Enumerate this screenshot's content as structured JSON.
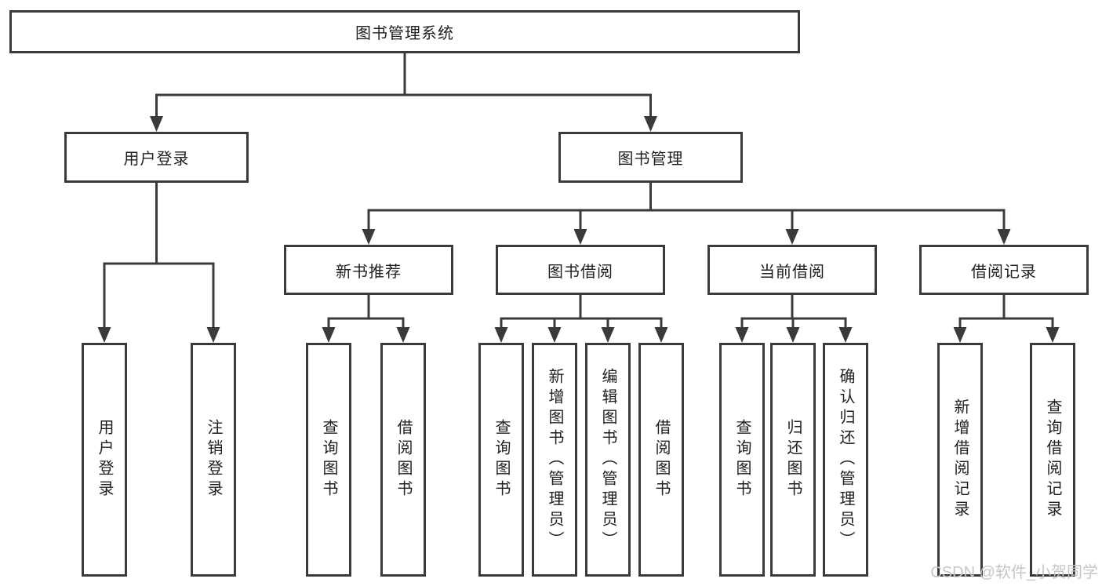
{
  "diagram_title": "图书管理系统",
  "tree": {
    "label": "图书管理系统",
    "children": [
      {
        "label": "用户登录",
        "children": [
          {
            "label": "用户登录"
          },
          {
            "label": "注销登录"
          }
        ]
      },
      {
        "label": "图书管理",
        "children": [
          {
            "label": "新书推荐",
            "children": [
              {
                "label": "查询图书"
              },
              {
                "label": "借阅图书"
              }
            ]
          },
          {
            "label": "图书借阅",
            "children": [
              {
                "label": "查询图书"
              },
              {
                "label": "新增图书（管理员）"
              },
              {
                "label": "编辑图书（管理员）"
              },
              {
                "label": "借阅图书"
              }
            ]
          },
          {
            "label": "当前借阅",
            "children": [
              {
                "label": "查询图书"
              },
              {
                "label": "归还图书"
              },
              {
                "label": "确认归还（管理员）"
              }
            ]
          },
          {
            "label": "借阅记录",
            "children": [
              {
                "label": "新增借阅记录"
              },
              {
                "label": "查询借阅记录"
              }
            ]
          }
        ]
      }
    ]
  },
  "watermark": {
    "text": "CSDN @软件_小贺同学"
  },
  "colors": {
    "line": "#3a3a3a",
    "text": "#1f1f1f",
    "watermark": "#c6c6c6",
    "background": "#ffffff"
  }
}
